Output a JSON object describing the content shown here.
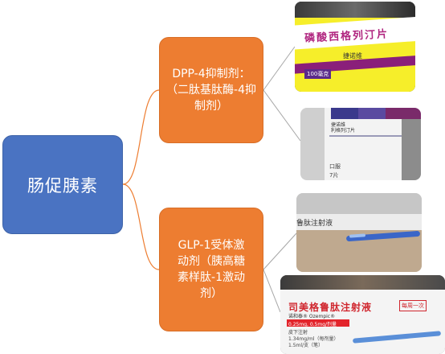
{
  "root": {
    "label": "肠促胰素"
  },
  "branches": [
    {
      "lines": [
        "DPP-4抑制剂：",
        "（二肽基肽酶-4抑",
        "制剂）"
      ]
    },
    {
      "lines": [
        "GLP-1受体激",
        "动剂（胰高糖",
        "素样肽-1激动",
        "剂）"
      ]
    }
  ],
  "photos": {
    "p1": {
      "name_text": "磷酸西格列汀片",
      "brand": "捷诺维",
      "badge": "100毫克"
    },
    "p2": {
      "text1": "捷诺维",
      "text2": "利格列汀片",
      "text3": "口服",
      "text4": "7片"
    },
    "p3": {
      "text": "鲁肽注射液"
    },
    "p4": {
      "name_text": "司美格鲁肽注射液",
      "brand": "诺和泰® Ozempic®",
      "badge": "每周一次",
      "line1": "0.25mg, 0.5mg/剂量",
      "line2": "皮下注射",
      "line3": "1.34mg/ml（每剂量）",
      "line4": "1.5ml/支（笔）"
    }
  },
  "colors": {
    "root": "#4a73c2",
    "branch": "#ed7d31",
    "connector": "#ed7d31",
    "photo_connector": "#a6a6a6"
  }
}
